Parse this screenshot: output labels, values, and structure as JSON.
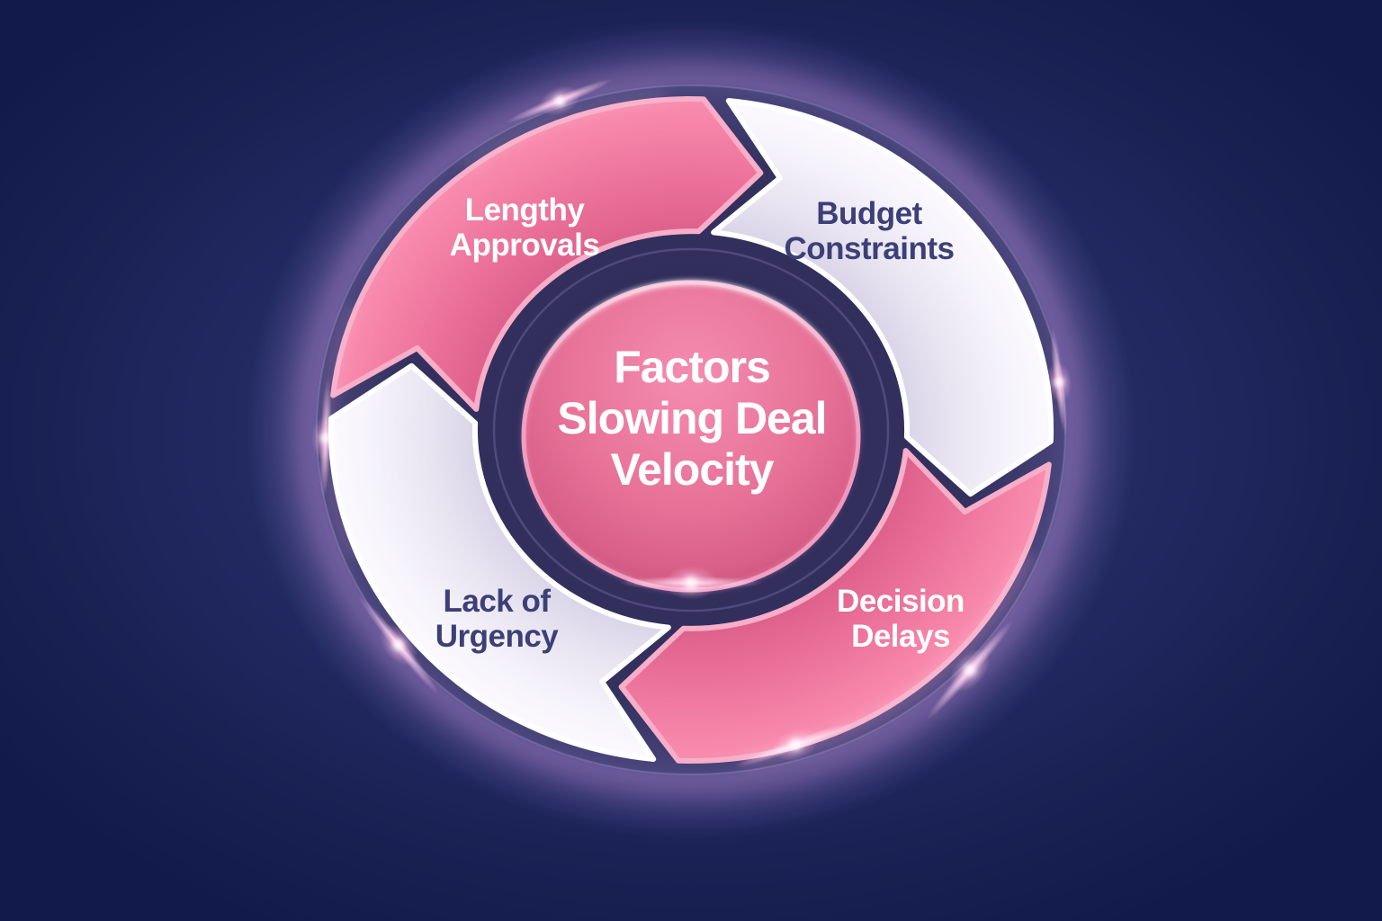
{
  "diagram": {
    "type": "cycle",
    "flow": "clockwise",
    "title": {
      "lines": [
        "Factors",
        "Slowing Deal",
        "Velocity"
      ],
      "text_color": "#ffffff"
    },
    "segments": [
      {
        "id": "lengthy-approvals",
        "label_lines": [
          "Lengthy",
          "Approvals"
        ],
        "style": "pink",
        "arc": {
          "start_deg": 274,
          "end_deg": 364
        }
      },
      {
        "id": "budget-constraints",
        "label_lines": [
          "Budget",
          "Constraints"
        ],
        "style": "light",
        "arc": {
          "start_deg": 4,
          "end_deg": 94
        }
      },
      {
        "id": "decision-delays",
        "label_lines": [
          "Decision",
          "Delays"
        ],
        "style": "pink",
        "arc": {
          "start_deg": 94,
          "end_deg": 184
        }
      },
      {
        "id": "lack-of-urgency",
        "label_lines": [
          "Lack of",
          "Urgency"
        ],
        "style": "light",
        "arc": {
          "start_deg": 184,
          "end_deg": 274
        }
      }
    ],
    "colors": {
      "background_outer": "#121a4b",
      "background_mid": "#303a78",
      "backplate": "#34315f",
      "backplate_edge": "#8a83b8",
      "pink_fill_inner": "#d95c87",
      "pink_fill_outer": "#f98fb0",
      "pink_stroke": "#f7aec8",
      "light_fill_inner": "#d5d0e4",
      "light_fill_outer": "#fbfafe",
      "light_stroke": "#ffffff",
      "center_fill_top": "#f48cb0",
      "center_fill_bottom": "#c85379",
      "center_stroke": "#ee93b8",
      "navy_text": "#3c4077",
      "white_text": "#ffffff",
      "glow_pink": "#ff85b5",
      "haze_purple": "#9670be"
    }
  }
}
